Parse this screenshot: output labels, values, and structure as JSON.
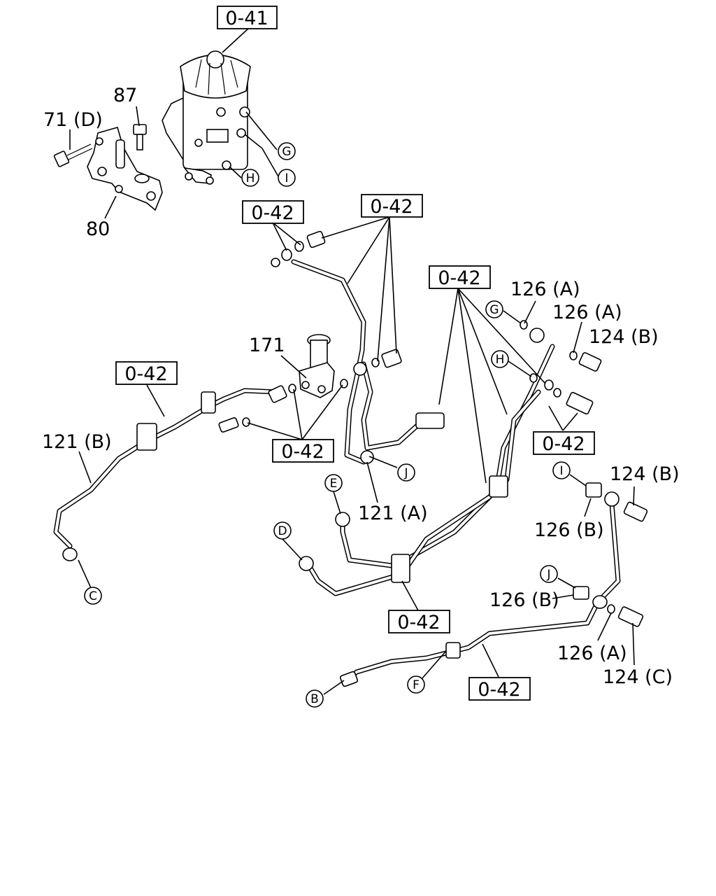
{
  "refs": {
    "r041": "0-41",
    "r042_a": "0-42",
    "r042_b": "0-42",
    "r042_c": "0-42",
    "r042_d": "0-42",
    "r042_e": "0-42",
    "r042_f": "0-42",
    "r042_g": "0-42",
    "r042_h": "0-42"
  },
  "parts": {
    "p87": "87",
    "p71d": "71 (D)",
    "p80": "80",
    "p171": "171",
    "p121b": "121 (B)",
    "p121a": "121 (A)",
    "p126a_1": "126 (A)",
    "p126a_2": "126 (A)",
    "p124b_1": "124 (B)",
    "p124b_2": "124 (B)",
    "p126b_1": "126 (B)",
    "p126b_2": "126 (B)",
    "p126a_3": "126 (A)",
    "p124c": "124 (C)"
  },
  "connectors": {
    "G1": "G",
    "I1": "I",
    "H1": "H",
    "G2": "G",
    "H2": "H",
    "J1": "J",
    "E": "E",
    "D": "D",
    "C": "C",
    "I2": "I",
    "J2": "J",
    "F": "F",
    "B": "B"
  }
}
